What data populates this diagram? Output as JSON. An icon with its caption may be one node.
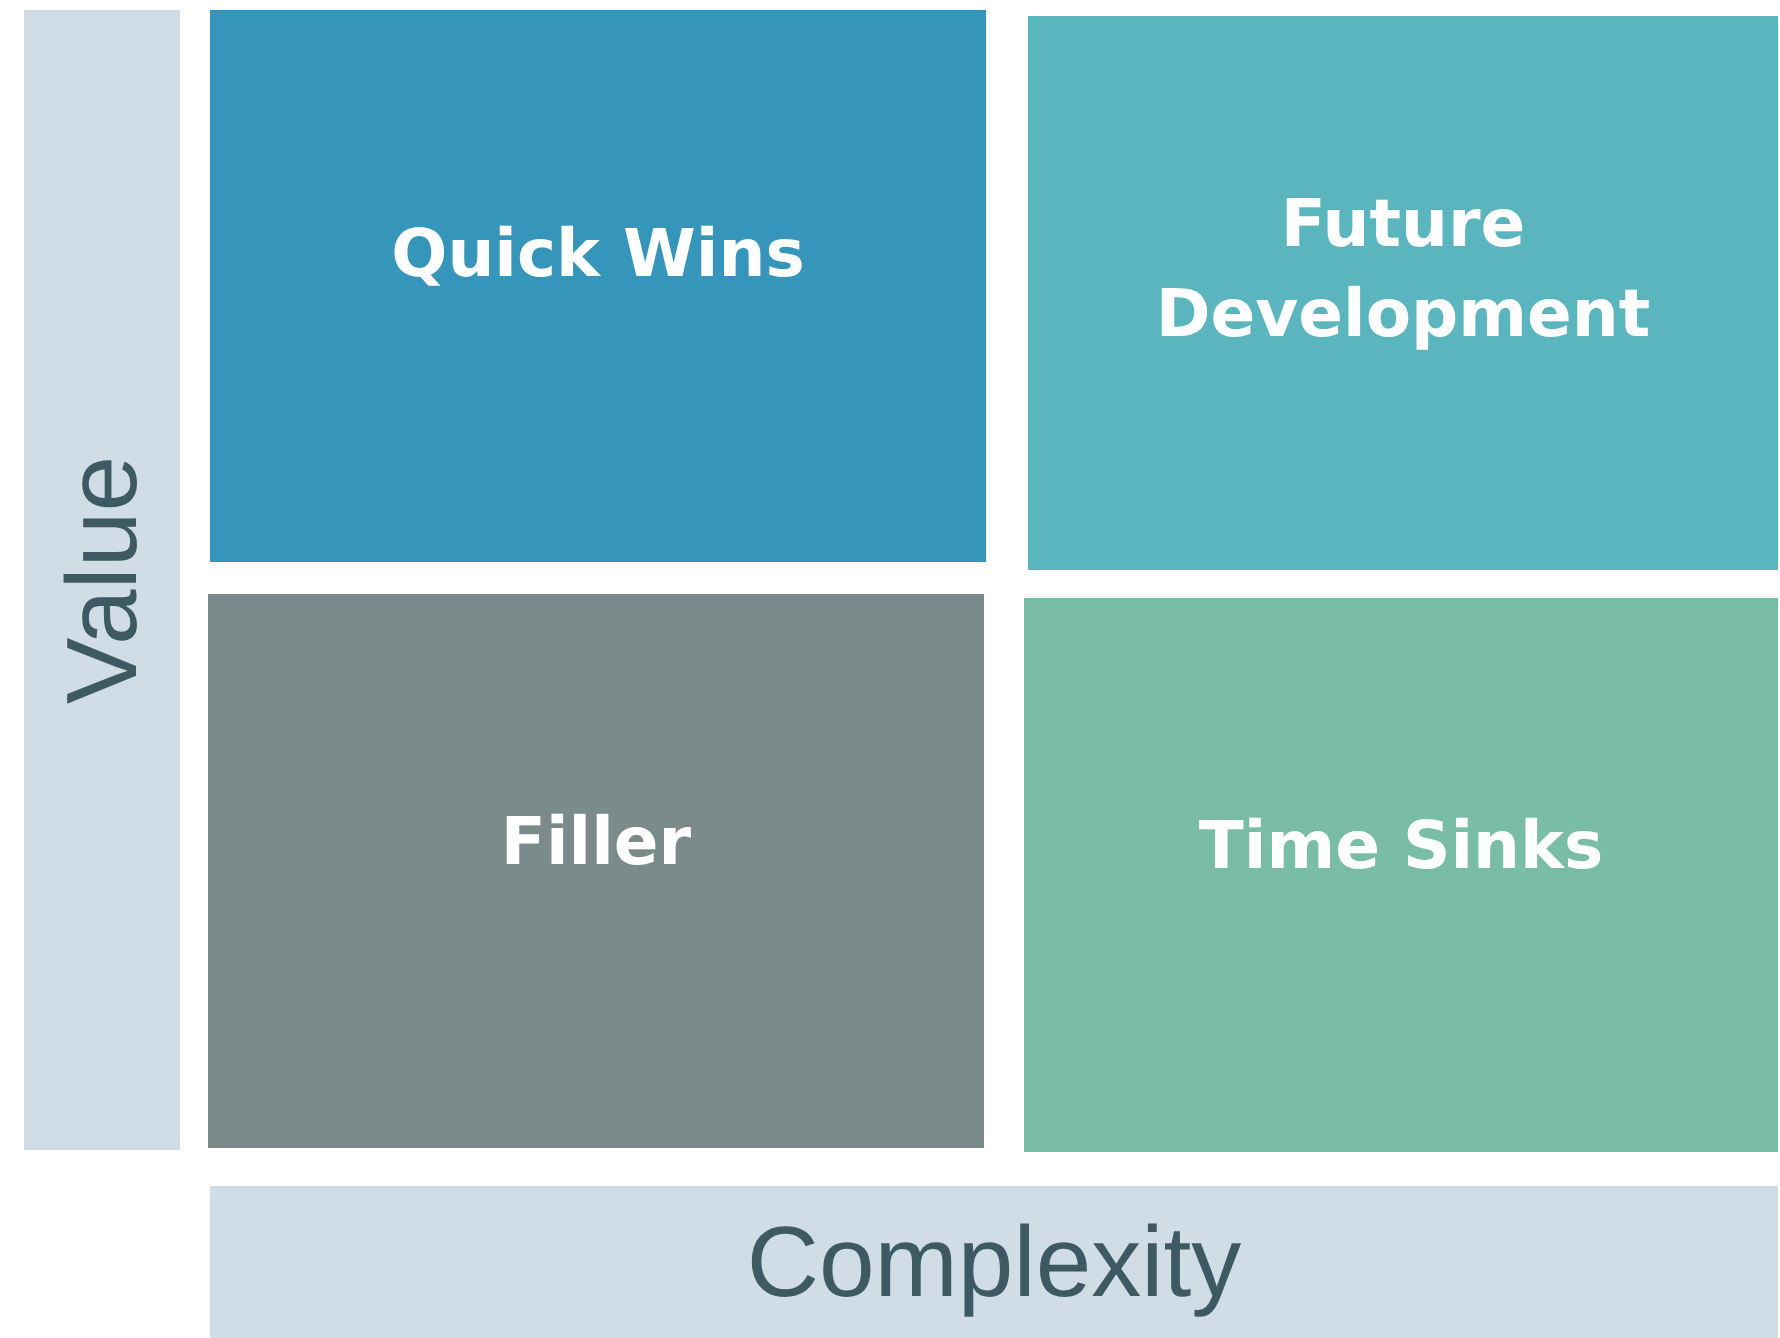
{
  "diagram": {
    "nodes": [
      {
        "text": [
          "Value"
        ]
      },
      {
        "text": [
          "Quick Wins"
        ]
      },
      {
        "text": [
          "Future Development"
        ]
      },
      {
        "text": [
          "Filler"
        ]
      },
      {
        "text": [
          "Time Sinks"
        ]
      },
      {
        "text": [
          "Complexity"
        ]
      }
    ]
  }
}
